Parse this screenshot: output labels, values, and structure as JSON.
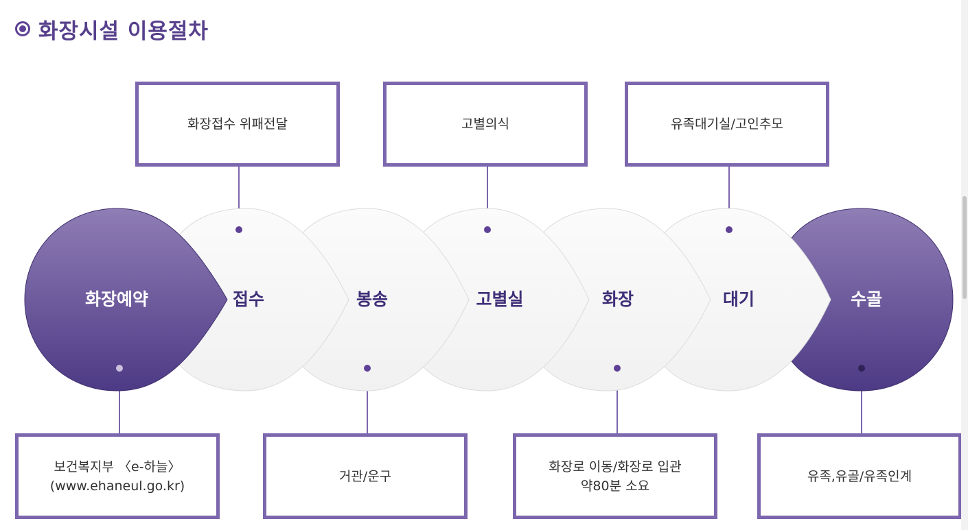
{
  "header": {
    "title": "화장시설 이용절차"
  },
  "steps": [
    {
      "label": "화장예약"
    },
    {
      "label": "접수"
    },
    {
      "label": "봉송"
    },
    {
      "label": "고별실"
    },
    {
      "label": "화장"
    },
    {
      "label": "대기"
    },
    {
      "label": "수골"
    }
  ],
  "top_notes": [
    {
      "text": "화장접수 위패전달"
    },
    {
      "text": "고별의식"
    },
    {
      "text": "유족대기실/고인추모"
    }
  ],
  "bottom_notes": [
    {
      "line1": "보건복지부 〈e-하늘〉",
      "line2": "(www.ehaneul.go.kr)"
    },
    {
      "line1": "거관/운구"
    },
    {
      "line1": "화장로 이동/화장로 입관",
      "line2": "약80분 소요"
    },
    {
      "line1": "유족,유골/유족인계"
    }
  ],
  "colors": {
    "accent": "#5e4196",
    "title": "#57408c",
    "box_border": "#7c66ad",
    "dark_step_top": "#8f7db5",
    "dark_step_bottom": "#4d3a85",
    "light_step": "#f7f7f7"
  }
}
